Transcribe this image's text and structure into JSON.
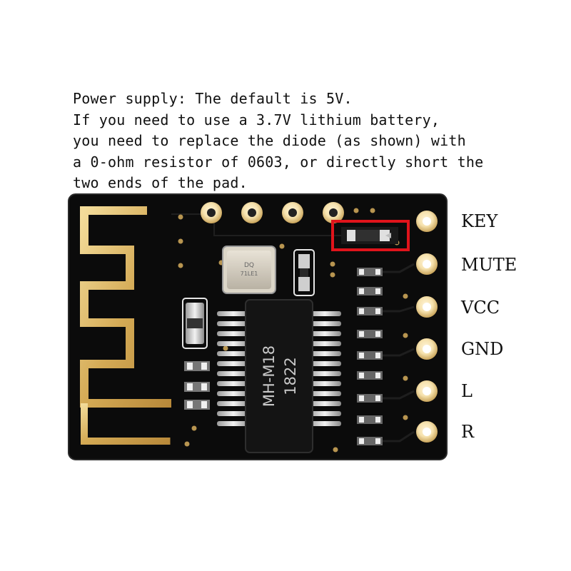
{
  "note": {
    "lines": [
      "Power supply: The default is 5V.",
      "If you need to use a 3.7V lithium battery,",
      "you need to replace the diode (as shown) with",
      "a 0-ohm resistor of 0603, or directly short the",
      "two ends of the pad."
    ]
  },
  "chip": {
    "marking_line1": "MH-M18",
    "marking_line2": "1822"
  },
  "crystal": {
    "marking_line1": "DQ",
    "marking_line2": "71LE1"
  },
  "pins": [
    "KEY",
    "MUTE",
    "VCC",
    "GND",
    "L",
    "R"
  ],
  "highlight": {
    "color": "#e0141b",
    "target": "diode"
  },
  "colors": {
    "pcb": "#0b0b0b",
    "gold": "#d9b35a",
    "silk": "#e6e6e6"
  }
}
